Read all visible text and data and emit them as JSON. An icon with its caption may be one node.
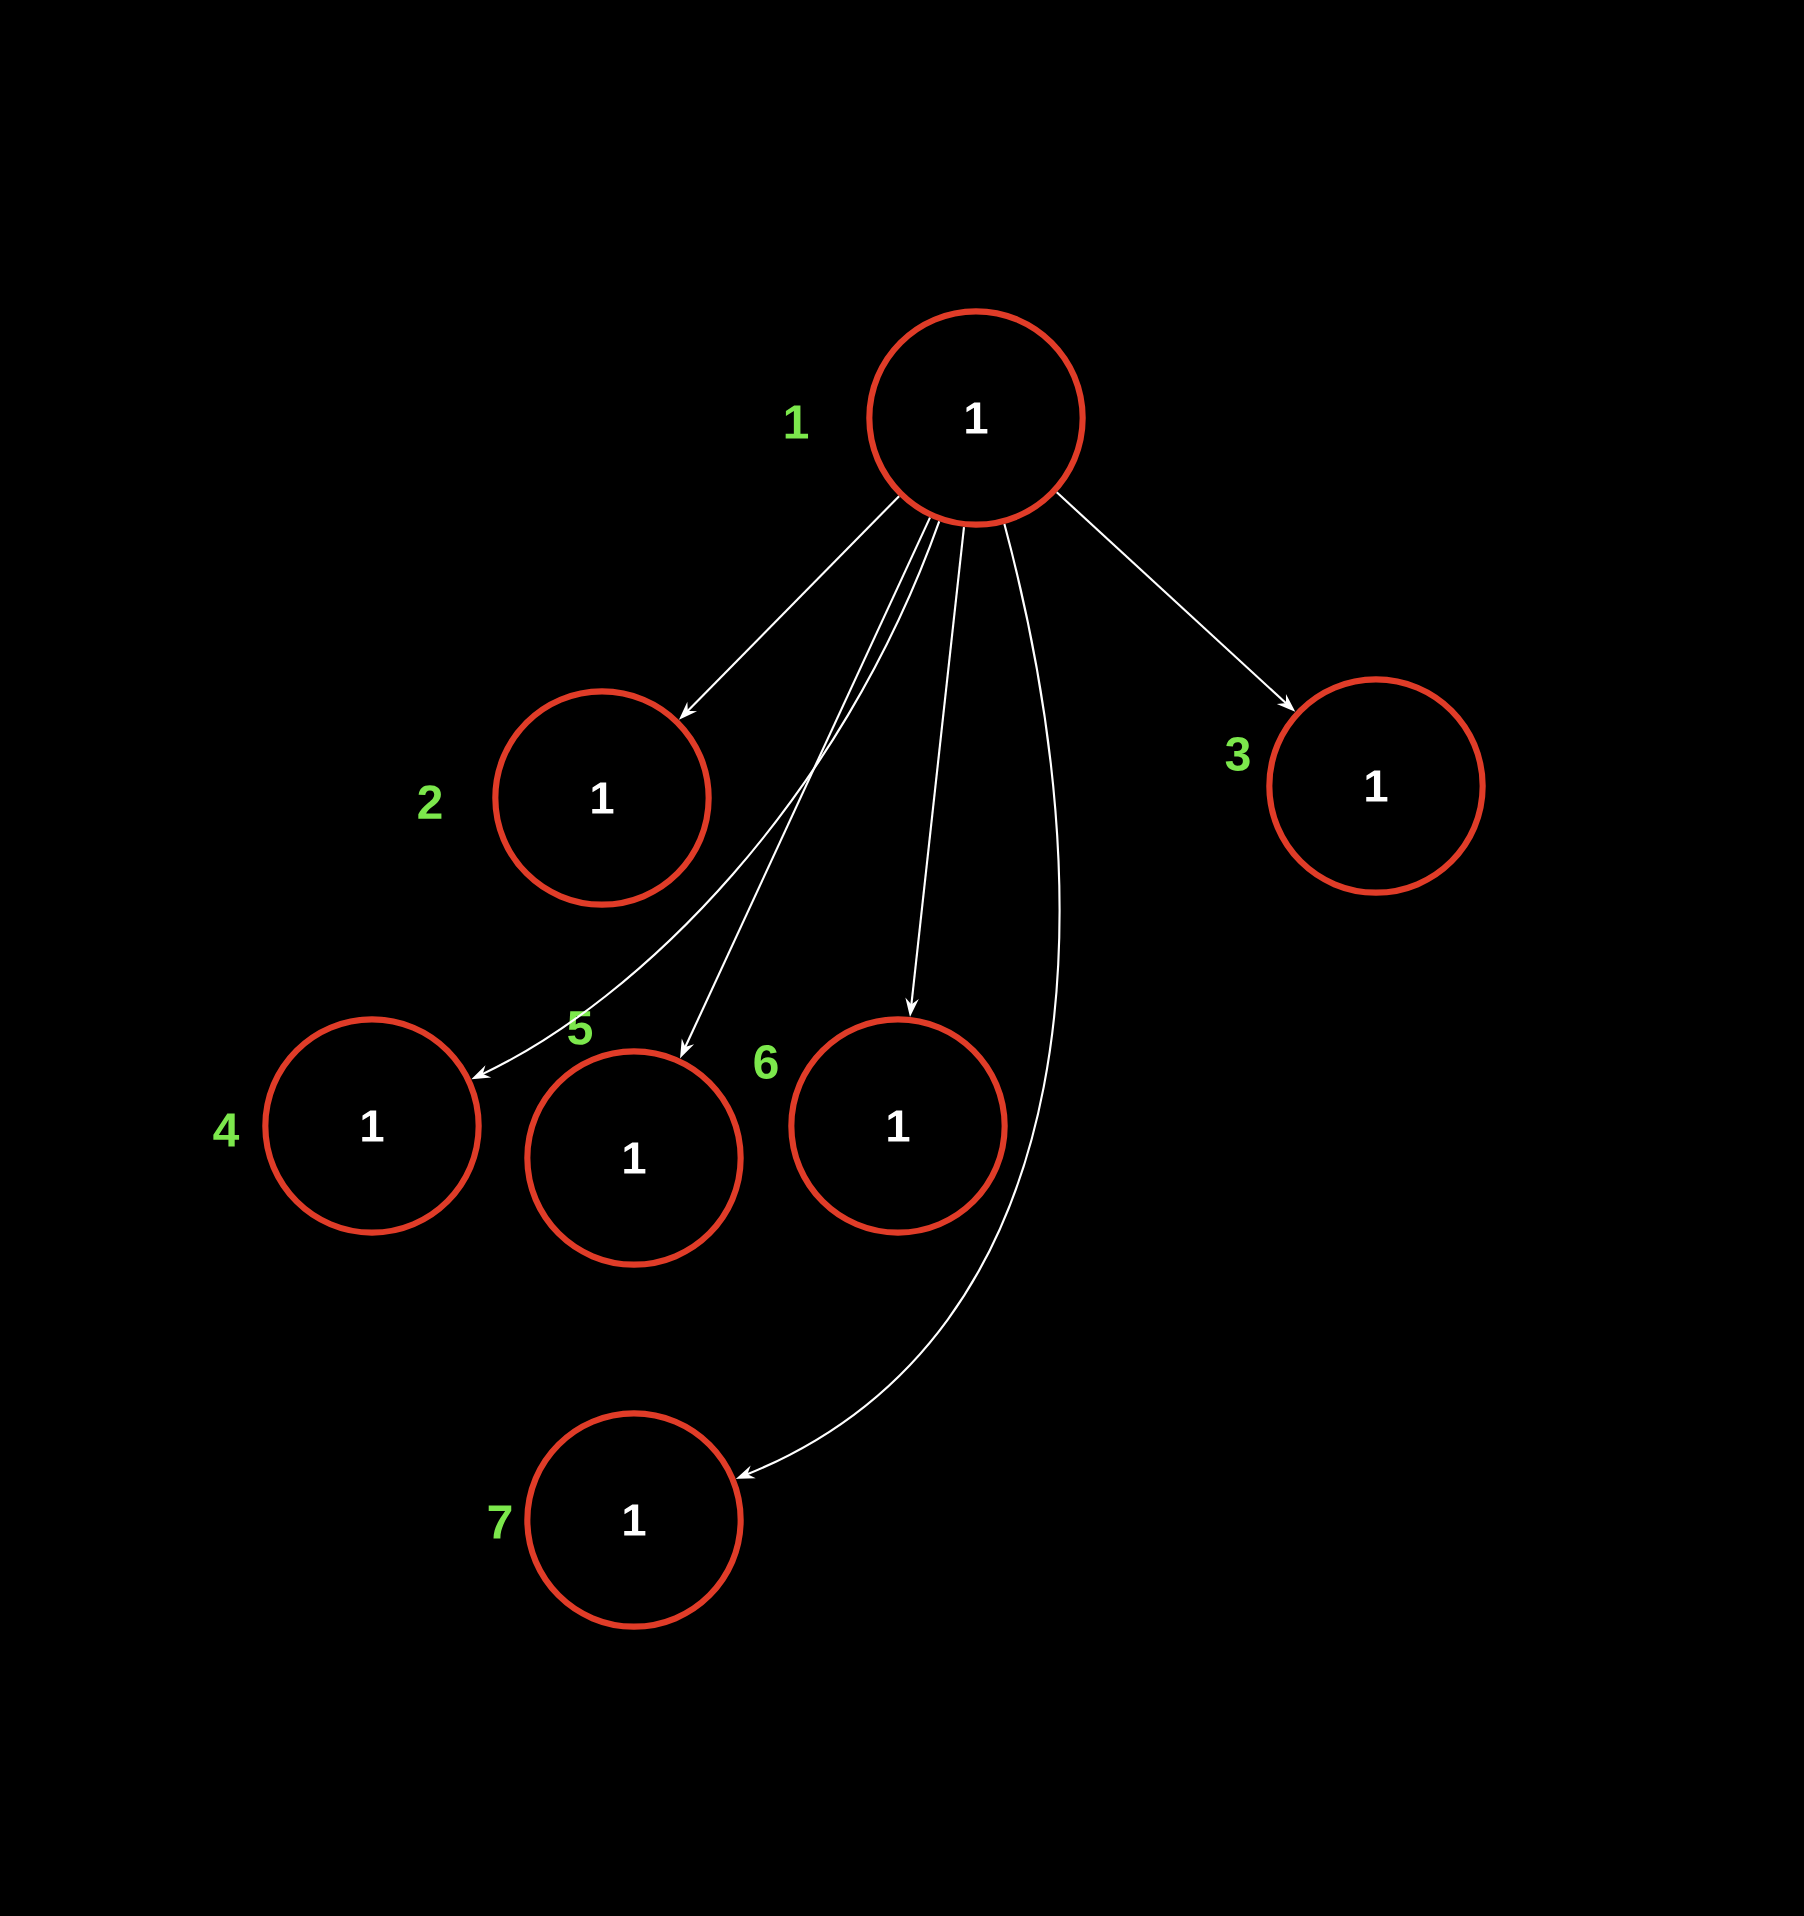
{
  "diagram": {
    "nodes": [
      {
        "text": [
          "1"
        ],
        "beside": [
          "1"
        ]
      },
      {
        "text": [
          "1"
        ],
        "beside": [
          "2"
        ]
      },
      {
        "text": [
          "1"
        ],
        "beside": [
          "3"
        ]
      },
      {
        "text": [
          "1"
        ],
        "beside": [
          "4"
        ]
      },
      {
        "text": [
          "1"
        ],
        "beside": [
          "5"
        ]
      },
      {
        "text": [
          "1"
        ],
        "beside": [
          "6"
        ]
      },
      {
        "text": [
          "1"
        ],
        "beside": [
          "7"
        ]
      }
    ],
    "edges": [
      {
        "from": 0,
        "to": 1,
        "arrow": "to"
      },
      {
        "from": 0,
        "to": 2,
        "arrow": "to"
      },
      {
        "from": 0,
        "to": 3,
        "arrow": "to"
      },
      {
        "from": 0,
        "to": 4,
        "arrow": "to"
      },
      {
        "from": 0,
        "to": 5,
        "arrow": "to"
      },
      {
        "from": 0,
        "to": 6,
        "arrow": "to"
      }
    ]
  }
}
